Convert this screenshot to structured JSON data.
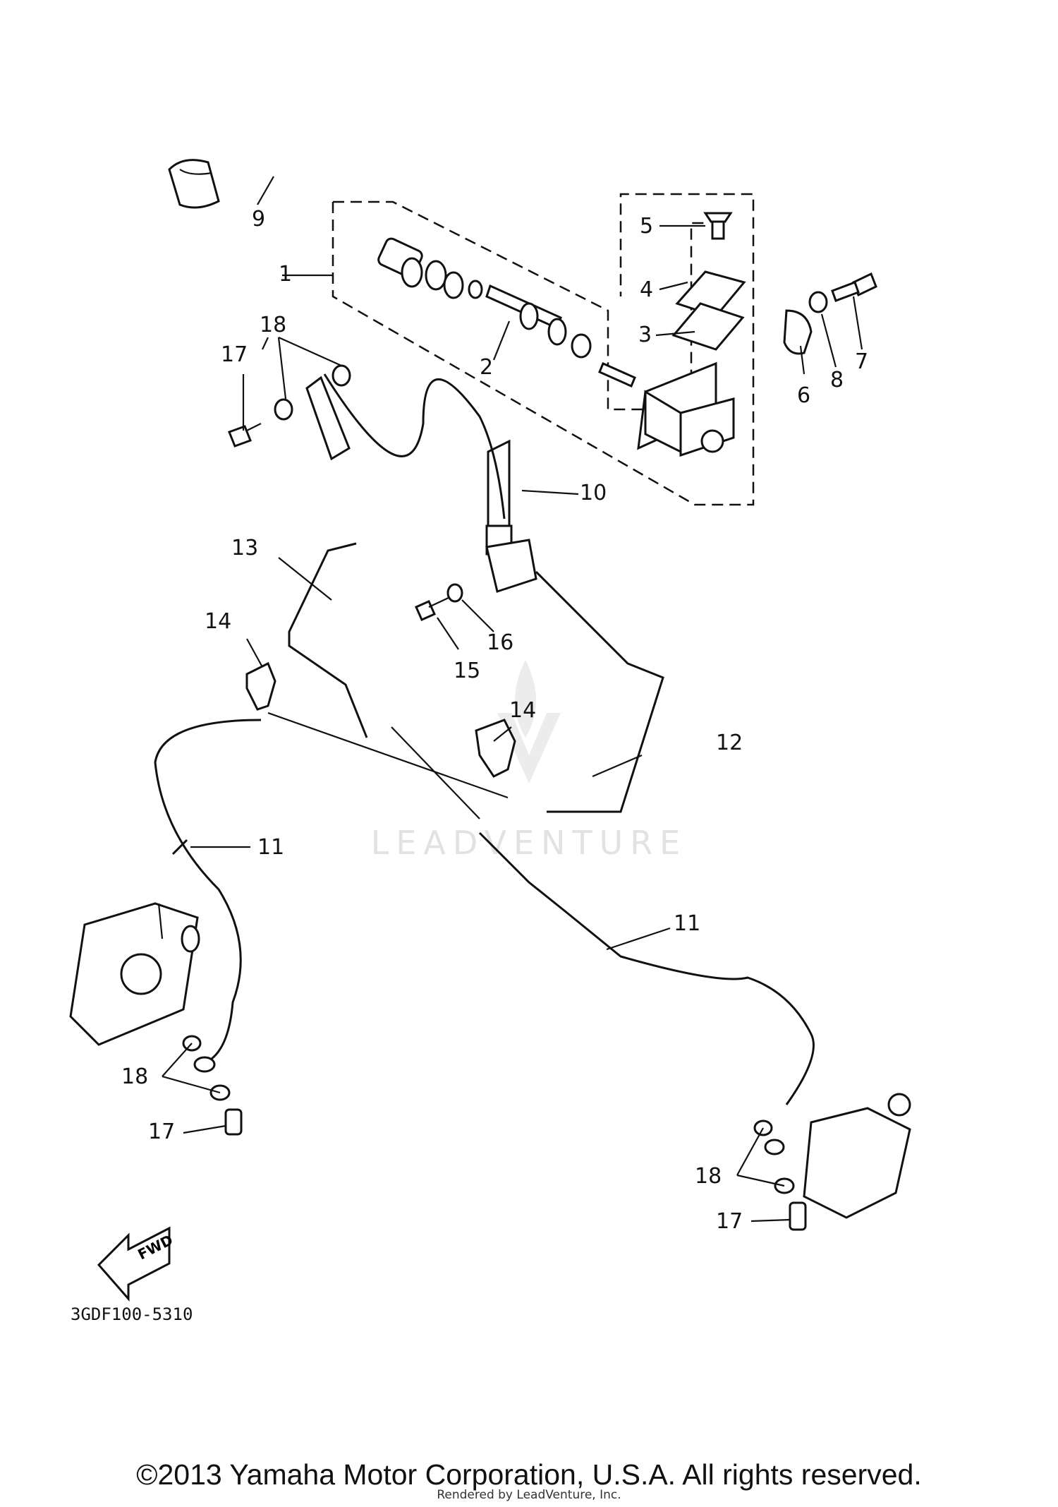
{
  "diagram": {
    "part_code": "3GDF100-5310",
    "fwd_label": "FWD",
    "watermark": "LEADVENTURE",
    "callouts": [
      "1",
      "2",
      "3",
      "4",
      "5",
      "6",
      "7",
      "8",
      "9",
      "10",
      "11",
      "11",
      "12",
      "13",
      "14",
      "14",
      "15",
      "16",
      "17",
      "17",
      "17",
      "18",
      "18",
      "18"
    ]
  },
  "footer": {
    "copyright": "©2013 Yamaha Motor Corporation, U.S.A. All rights reserved.",
    "rendered_by": "Rendered by LeadVenture, Inc."
  }
}
